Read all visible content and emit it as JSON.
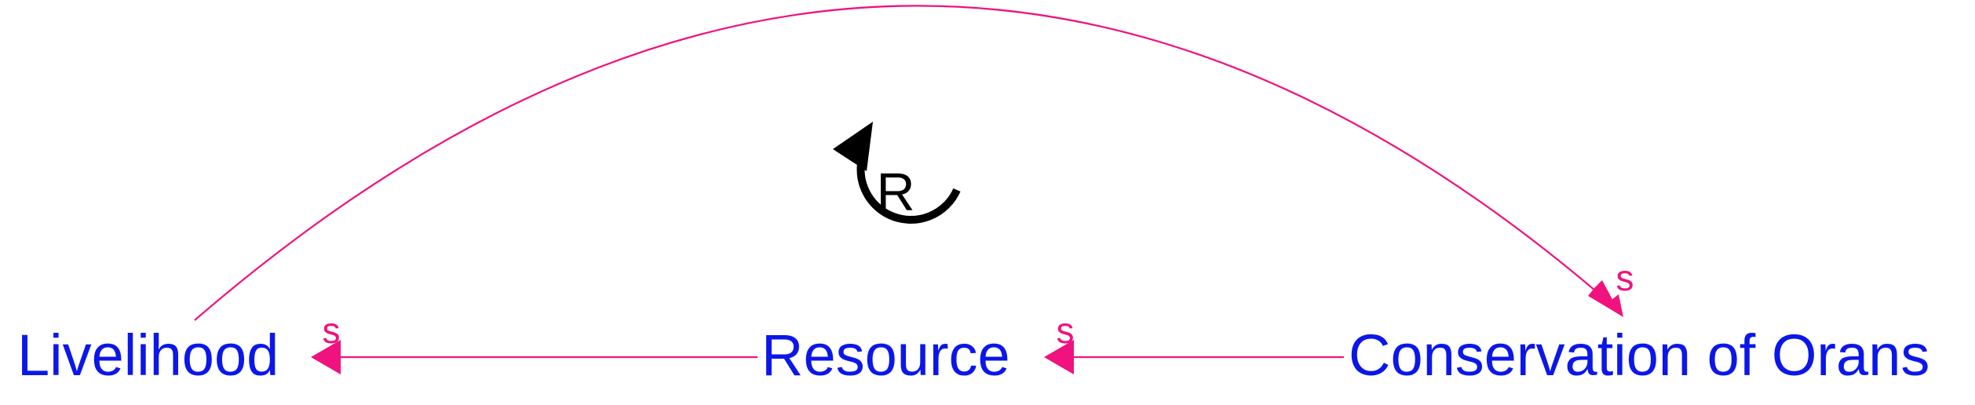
{
  "colors": {
    "node_text": "#0b17e8",
    "link": "#f0127e",
    "loop": "#000000",
    "background": "#ffffff"
  },
  "nodes": {
    "livelihood": "Livelihood",
    "resource": "Resource",
    "conservation": "Conservation of Orans"
  },
  "links": [
    {
      "from": "Conservation of Orans",
      "to": "Resource",
      "polarity": "s"
    },
    {
      "from": "Resource",
      "to": "Livelihood",
      "polarity": "s"
    },
    {
      "from": "Livelihood",
      "to": "Conservation of Orans",
      "polarity": "s"
    }
  ],
  "loop": {
    "label": "R",
    "icon": "counterclockwise-loop-arrow-icon"
  }
}
